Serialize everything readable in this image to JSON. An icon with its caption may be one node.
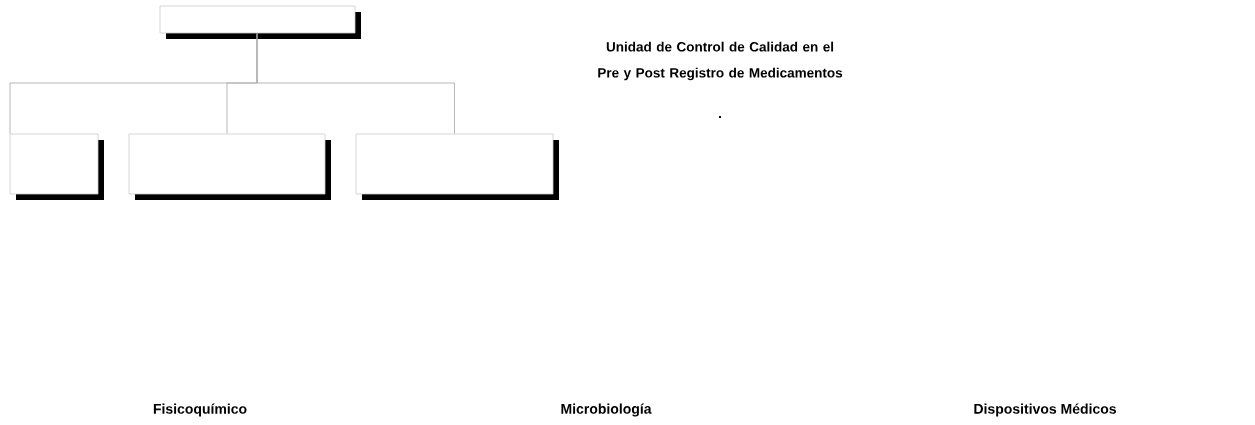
{
  "diagram": {
    "title": "Unidad de Control de Calidad en el Pre y Post Registro de Medicamentos",
    "nodes": [
      {
        "text": [],
        "shape": "box"
      },
      {
        "text": [],
        "shape": "box"
      },
      {
        "text": [],
        "shape": "box"
      },
      {
        "text": [],
        "shape": "box"
      }
    ],
    "edges": [
      {
        "from": 0,
        "to": 1,
        "arrow": "none"
      },
      {
        "from": 0,
        "to": 2,
        "arrow": "none"
      },
      {
        "from": 0,
        "to": 3,
        "arrow": "none"
      }
    ],
    "labels": [
      ".",
      "Fisicoquímico",
      "Microbiología",
      "Dispositivos Médicos"
    ]
  }
}
